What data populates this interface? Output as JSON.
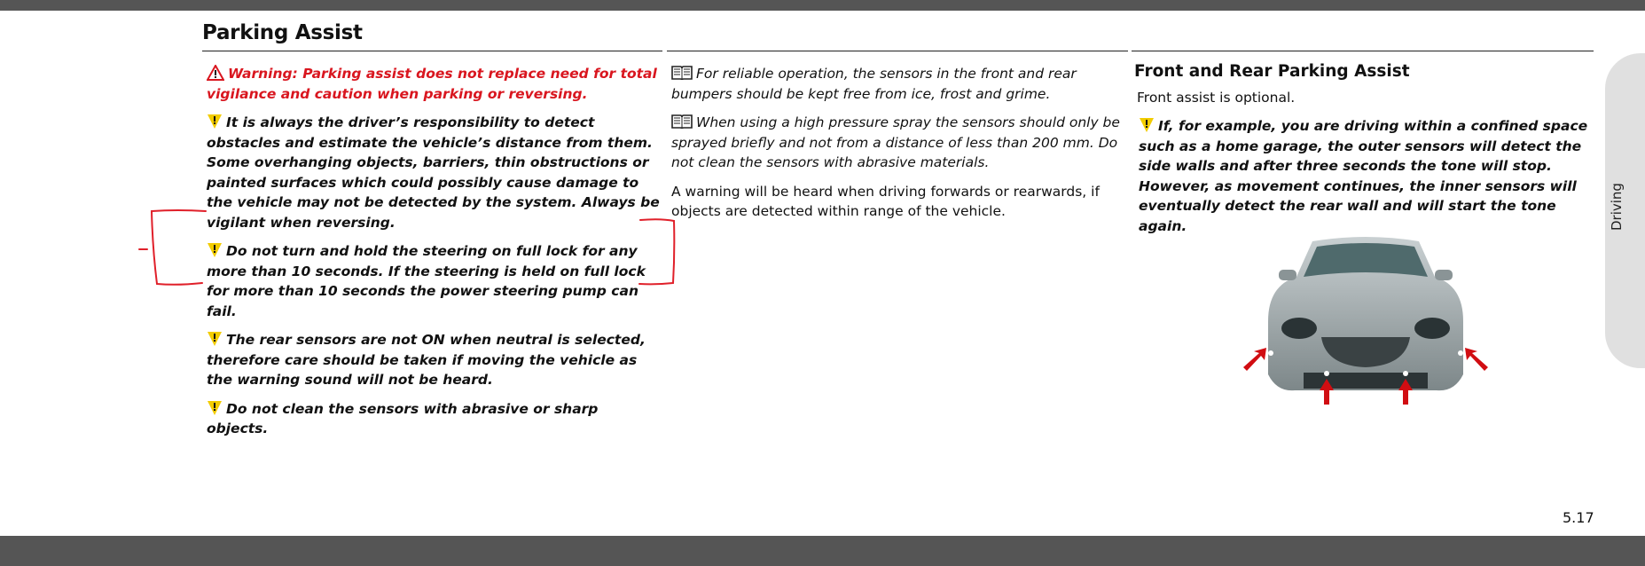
{
  "page": {
    "title": "Parking Assist",
    "page_number": "5.17",
    "side_tab": "Driving"
  },
  "col1": {
    "warning": "Warning: Parking assist does not replace need for total vigilance and caution when parking or reversing.",
    "cautions": [
      "It is always the driver’s responsibility to detect obstacles and estimate the vehicle’s distance from them. Some overhanging objects, barriers, thin obstructions or painted surfaces which could possibly cause damage to the vehicle may not be detected by the system. Always be vigilant when reversing.",
      "Do not turn and hold the steering on full lock for any more than 10 seconds. If the steering is held on full lock for more than 10 seconds the power steering pump can fail.",
      "The rear sensors are not ON when neutral is selected, therefore care should be taken if moving the vehicle as the warning sound will not be heard.",
      "Do not clean the sensors with abrasive or sharp objects."
    ]
  },
  "col2": {
    "notes": [
      "For reliable operation, the sensors in the front and rear bumpers should be kept free from ice, frost and grime.",
      "When using a high pressure spray the sensors should only be sprayed briefly and not from a distance of less than 200 mm. Do not clean the sensors with abrasive materials."
    ],
    "body": "A warning will be heard when driving forwards or rearwards, if objects are detected within range of the vehicle."
  },
  "col3": {
    "heading": "Front and Rear Parking Assist",
    "body": "Front assist is optional.",
    "caution": "If, for example, you are driving within a confined space such as a home garage, the outer sensors will detect the side walls and after three seconds the tone will stop. However, as movement continues, the inner sensors will eventually detect the rear wall and will start the tone again."
  },
  "colors": {
    "warning": "#d9161f",
    "caution_icon": "#f2cc00",
    "annotation": "#e0202a"
  }
}
